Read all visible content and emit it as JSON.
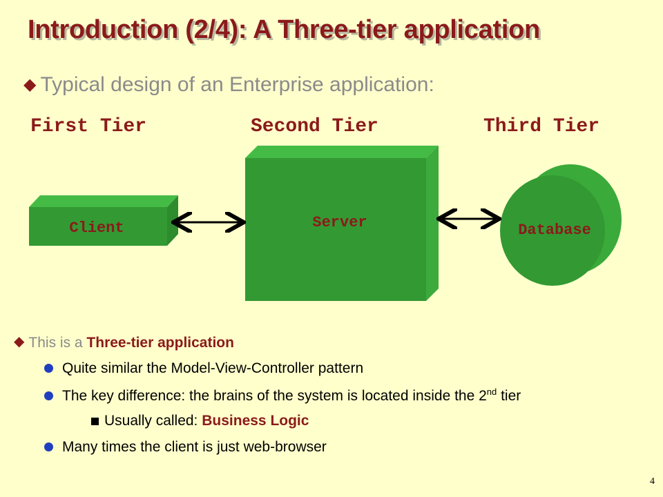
{
  "title": "Introduction (2/4): A Three-tier application",
  "subtitle": "Typical design of an Enterprise application:",
  "tiers": {
    "first": "First Tier",
    "second": "Second Tier",
    "third": "Third Tier"
  },
  "boxes": {
    "client": "Client",
    "server": "Server",
    "database": "Database"
  },
  "colors": {
    "box_front": "#339933",
    "box_light": "#44bb44",
    "text_accent": "#8b1a1a",
    "background": "#ffffcc"
  },
  "bullets": {
    "main_lead": "This is a ",
    "main_emph": "Three-tier application",
    "sub1": "Quite similar the Model-View-Controller pattern",
    "sub2_pre": "The key difference: the brains of the system is located inside the 2",
    "sub2_sup": "nd",
    "sub2_post": " tier",
    "subsub_pre": "Usually called: ",
    "subsub_emph": "Business Logic",
    "sub3": "Many times the client is just web-browser"
  },
  "page_number": "4"
}
